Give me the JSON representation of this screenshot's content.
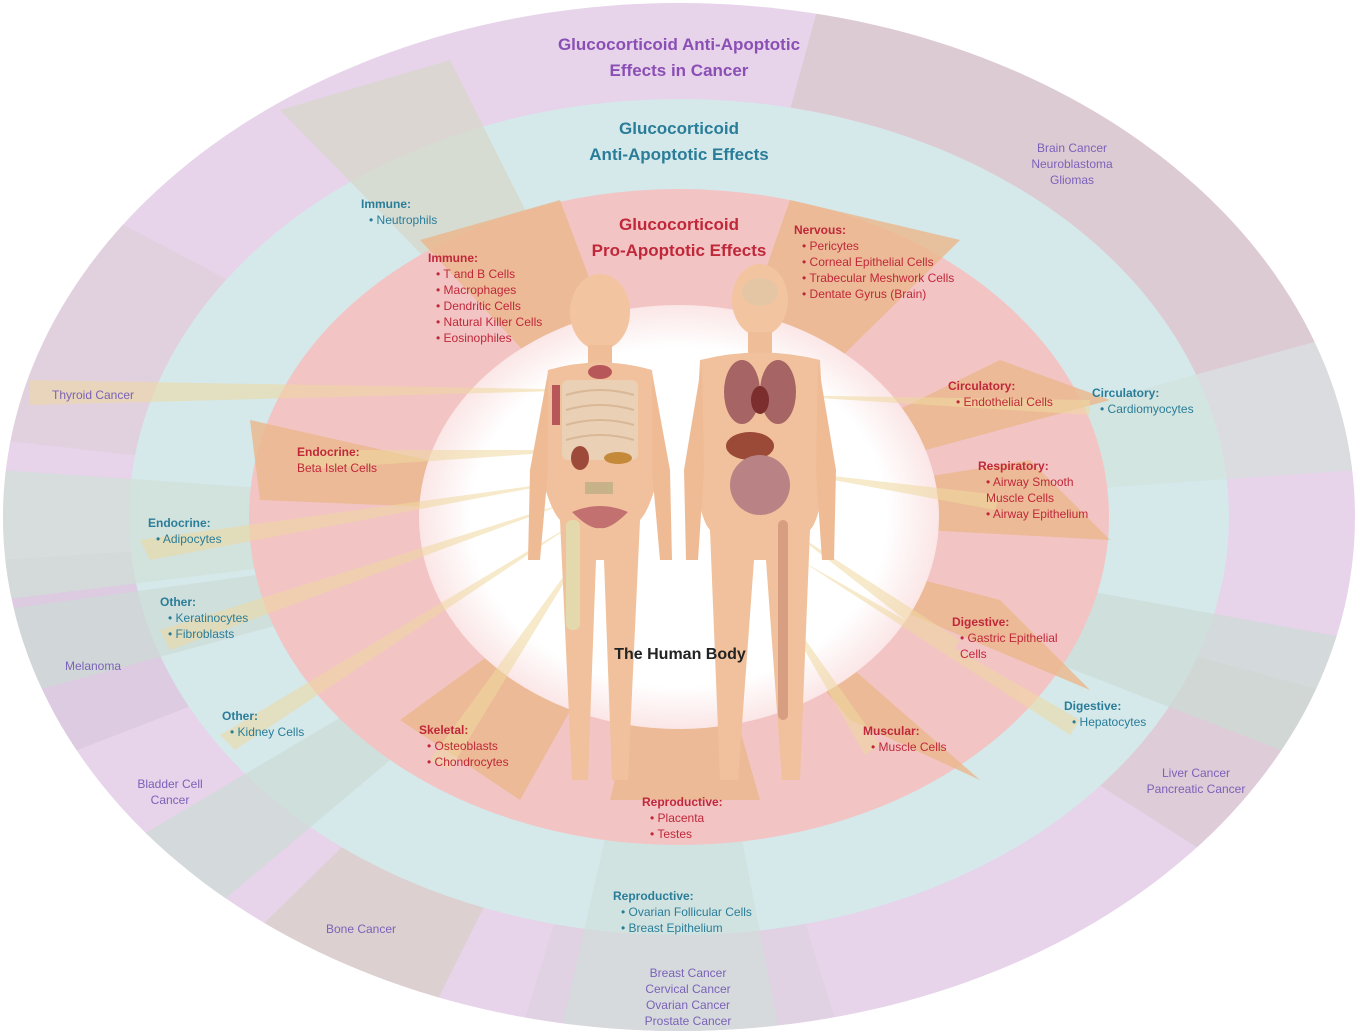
{
  "titles": {
    "outer": "Glucocorticoid Anti-Apoptotic\nEffects in Cancer",
    "middle": "Glucocorticoid\nAnti-Apoptotic Effects",
    "inner": "Glucocorticoid\nPro-Apoptotic Effects",
    "center": "The Human Body"
  },
  "colors": {
    "outer_ring": "#e7d3ea",
    "middle_ring": "#d5e8ea",
    "inner_ring": "#f3c4c4",
    "wedge": "#eab98f",
    "ray": "#efd9a0",
    "pro_text": "#c0283a",
    "anti_text": "#2a7d99",
    "cancer_text": "#7b62b8"
  },
  "pro_apoptotic": [
    {
      "head": "Immune:",
      "items": [
        "T and B Cells",
        "Macrophages",
        "Dendritic Cells",
        "Natural Killer Cells",
        "Eosinophiles"
      ]
    },
    {
      "head": "Nervous:",
      "items": [
        "Pericytes",
        "Corneal Epithelial Cells",
        "Trabecular Meshwork Cells",
        "Dentate Gyrus (Brain)"
      ]
    },
    {
      "head": "Circulatory:",
      "items": [
        "Endothelial Cells"
      ]
    },
    {
      "head": "Respiratory:",
      "items": [
        "Airway Smooth Muscle Cells",
        "Airway Epithelium"
      ]
    },
    {
      "head": "Endocrine:",
      "items": [
        "Beta Islet Cells"
      ]
    },
    {
      "head": "Digestive:",
      "items": [
        "Gastric Epithelial Cells"
      ]
    },
    {
      "head": "Muscular:",
      "items": [
        "Muscle Cells"
      ]
    },
    {
      "head": "Skeletal:",
      "items": [
        "Osteoblasts",
        "Chondrocytes"
      ]
    },
    {
      "head": "Reproductive:",
      "items": [
        "Placenta",
        "Testes"
      ]
    }
  ],
  "anti_apoptotic": [
    {
      "head": "Immune:",
      "items": [
        "Neutrophils"
      ]
    },
    {
      "head": "Circulatory:",
      "items": [
        "Cardiomyocytes"
      ]
    },
    {
      "head": "Endocrine:",
      "items": [
        "Adipocytes"
      ]
    },
    {
      "head": "Other:",
      "items": [
        "Keratinocytes",
        "Fibroblasts"
      ]
    },
    {
      "head": "Other:",
      "items": [
        "Kidney Cells"
      ]
    },
    {
      "head": "Digestive:",
      "items": [
        "Hepatocytes"
      ]
    },
    {
      "head": "Reproductive:",
      "items": [
        "Ovarian Follicular Cells",
        "Breast Epithelium"
      ]
    }
  ],
  "cancers": [
    "Brain Cancer\nNeuroblastoma\nGliomas",
    "Thyroid Cancer",
    "Melanoma",
    "Bladder Cell\nCancer",
    "Bone Cancer",
    "Breast Cancer\nCervical Cancer\nOvarian Cancer\nProstate Cancer",
    "Liver Cancer\nPancreatic Cancer"
  ]
}
